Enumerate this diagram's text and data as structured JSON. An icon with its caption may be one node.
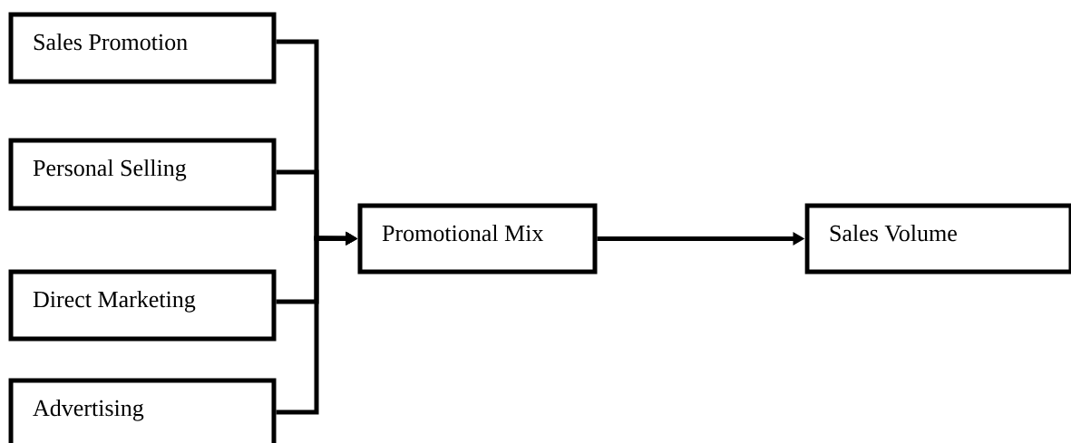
{
  "diagram": {
    "nodes": [
      {
        "text": [
          "Sales Promotion"
        ]
      },
      {
        "text": [
          "Personal Selling"
        ]
      },
      {
        "text": [
          "Direct Marketing"
        ]
      },
      {
        "text": [
          "Advertising"
        ]
      },
      {
        "text": [
          "Promotional Mix"
        ]
      },
      {
        "text": [
          "Sales Volume"
        ]
      }
    ],
    "edges": [
      {
        "from": 0,
        "to": 4,
        "arrow": "to"
      },
      {
        "from": 1,
        "to": 4,
        "arrow": "to"
      },
      {
        "from": 2,
        "to": 4,
        "arrow": "to"
      },
      {
        "from": 3,
        "to": 4,
        "arrow": "to"
      },
      {
        "from": 4,
        "to": 5,
        "arrow": "to"
      }
    ]
  }
}
